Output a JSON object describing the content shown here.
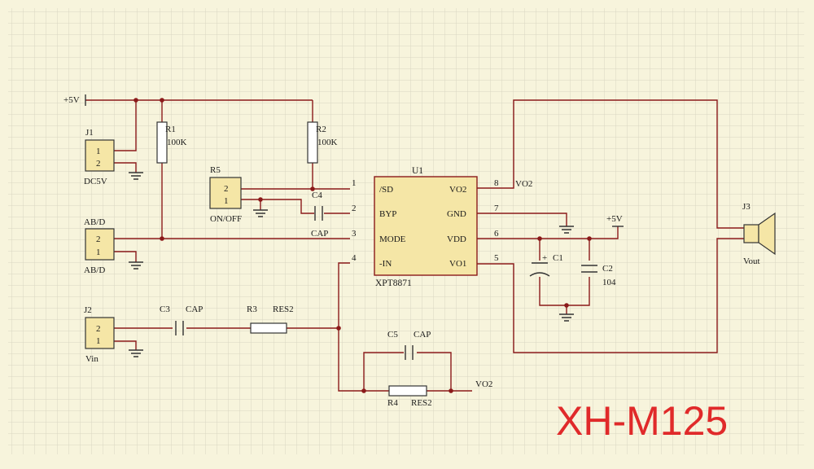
{
  "colors": {
    "grid_bg": "#f7f4dc",
    "grid_line": "#d9d6c2",
    "wire": "#8b1a1a",
    "component_fill": "#f5e6a6",
    "title": "#e02a2a"
  },
  "title": "XH-M125",
  "power": {
    "vcc_top": "+5V",
    "vcc_right": "+5V"
  },
  "connectors": {
    "j1": {
      "ref": "J1",
      "name": "DC5V",
      "pins": [
        "1",
        "2"
      ]
    },
    "abd_top": {
      "name": "AB/D"
    },
    "abd_connector": {
      "pins": [
        "2",
        "1"
      ]
    },
    "abd_bottom": {
      "name": "AB/D"
    },
    "j2": {
      "ref": "J2",
      "name": "Vin",
      "pins": [
        "2",
        "1"
      ]
    },
    "r5": {
      "ref": "R5",
      "name": "ON/OFF",
      "pins": [
        "2",
        "1"
      ]
    },
    "j3": {
      "ref": "J3",
      "name": "Vout"
    }
  },
  "resistors": {
    "r1": {
      "ref": "R1",
      "value": "100K"
    },
    "r2": {
      "ref": "R2",
      "value": "100K"
    },
    "r3": {
      "ref": "R3",
      "value": "RES2"
    },
    "r4": {
      "ref": "R4",
      "value": "RES2"
    }
  },
  "capacitors": {
    "c1": {
      "ref": "C1",
      "polarity": "+"
    },
    "c2": {
      "ref": "C2",
      "value": "104"
    },
    "c3": {
      "ref": "C3",
      "value": "CAP"
    },
    "c4": {
      "ref": "C4",
      "value": "CAP"
    },
    "c5": {
      "ref": "C5",
      "value": "CAP"
    }
  },
  "ic": {
    "ref": "U1",
    "part": "XPT8871",
    "left_pins": [
      {
        "num": "1",
        "name": "/SD"
      },
      {
        "num": "2",
        "name": "BYP"
      },
      {
        "num": "3",
        "name": "MODE"
      },
      {
        "num": "4",
        "name": "-IN"
      }
    ],
    "right_pins": [
      {
        "num": "8",
        "name": "VO2"
      },
      {
        "num": "7",
        "name": "GND"
      },
      {
        "num": "6",
        "name": "VDD"
      },
      {
        "num": "5",
        "name": "VO1"
      }
    ]
  },
  "net_labels": {
    "vo2_top": "VO2",
    "vo2_bottom": "VO2"
  }
}
